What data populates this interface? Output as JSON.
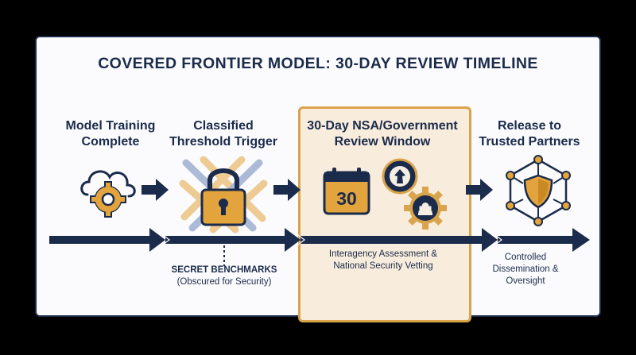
{
  "title": "COVERED FRONTIER MODEL: 30-DAY REVIEW TIMELINE",
  "stages": [
    {
      "line1": "Model Training",
      "line2": "Complete"
    },
    {
      "line1": "Classified",
      "line2": "Threshold Trigger"
    },
    {
      "line1": "30-Day NSA/Government",
      "line2": "Review Window"
    },
    {
      "line1": "Release to",
      "line2": "Trusted Partners"
    }
  ],
  "calendar_number": "30",
  "notes": {
    "secret_title": "SECRET BENCHMARKS",
    "secret_sub": "(Obscured for Security)",
    "review_line1": "Interagency Assessment &",
    "review_line2": "National Security Vetting",
    "release_line1": "Controlled",
    "release_line2": "Dissemination &",
    "release_line3": "Oversight"
  },
  "colors": {
    "navy": "#1b2b4b",
    "gold": "#d9a44b",
    "highlight": "#f8ecdc"
  },
  "icons": [
    "cloud-gear-icon",
    "padlock-icon",
    "calendar-icon",
    "seal-icon",
    "capitol-seal-icon",
    "network-shield-icon",
    "arrow-right-icon"
  ]
}
